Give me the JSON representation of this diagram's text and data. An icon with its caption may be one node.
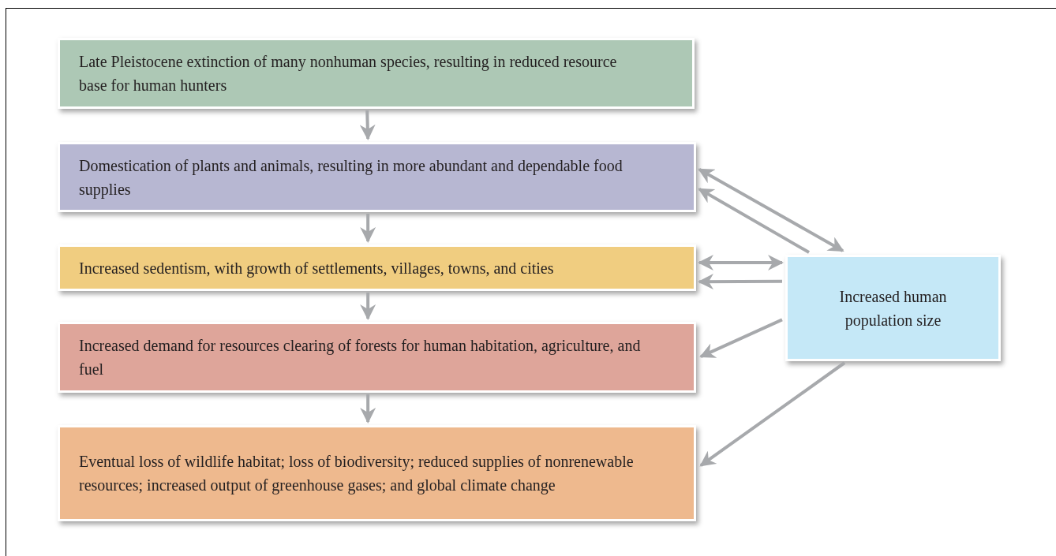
{
  "diagram": {
    "nodes": [
      {
        "text": [
          "Late Pleistocene extinction of many nonhuman species, resulting in reduced resource base for human hunters"
        ]
      },
      {
        "text": [
          "Domestication of plants and animals, resulting in more abundant and dependable food supplies"
        ]
      },
      {
        "text": [
          "Increased sedentism, with growth of settlements, villages, towns, and cities"
        ]
      },
      {
        "text": [
          "Increased demand for resources clearing of forests for human habitation, agriculture, and fuel"
        ]
      },
      {
        "text": [
          "Eventual loss of wildlife habitat; loss of biodiversity; reduced supplies of nonrenewable resources; increased output of greenhouse gases; and global climate change"
        ]
      },
      {
        "text": [
          "Increased human population size"
        ]
      }
    ],
    "edges": [
      {
        "from": 0,
        "to": 1,
        "arrow": "to"
      },
      {
        "from": 1,
        "to": 2,
        "arrow": "to"
      },
      {
        "from": 2,
        "to": 3,
        "arrow": "to"
      },
      {
        "from": 3,
        "to": 4,
        "arrow": "to"
      },
      {
        "from": 5,
        "to": 1,
        "arrow": "both"
      },
      {
        "from": 5,
        "to": 1,
        "arrow": "to"
      },
      {
        "from": 5,
        "to": 2,
        "arrow": "both"
      },
      {
        "from": 5,
        "to": 2,
        "arrow": "to"
      },
      {
        "from": 5,
        "to": 3,
        "arrow": "to"
      },
      {
        "from": 5,
        "to": 4,
        "arrow": "to"
      }
    ]
  }
}
